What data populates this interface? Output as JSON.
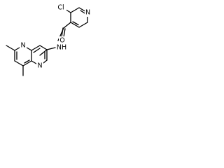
{
  "molecule": {
    "atoms": {
      "chlorine": "Cl",
      "pyridine_nitrogen": "N",
      "carbonyl_oxygen": "O",
      "amide_nh": "NH",
      "naphthyridine_n1": "N",
      "naphthyridine_n8": "N"
    }
  }
}
